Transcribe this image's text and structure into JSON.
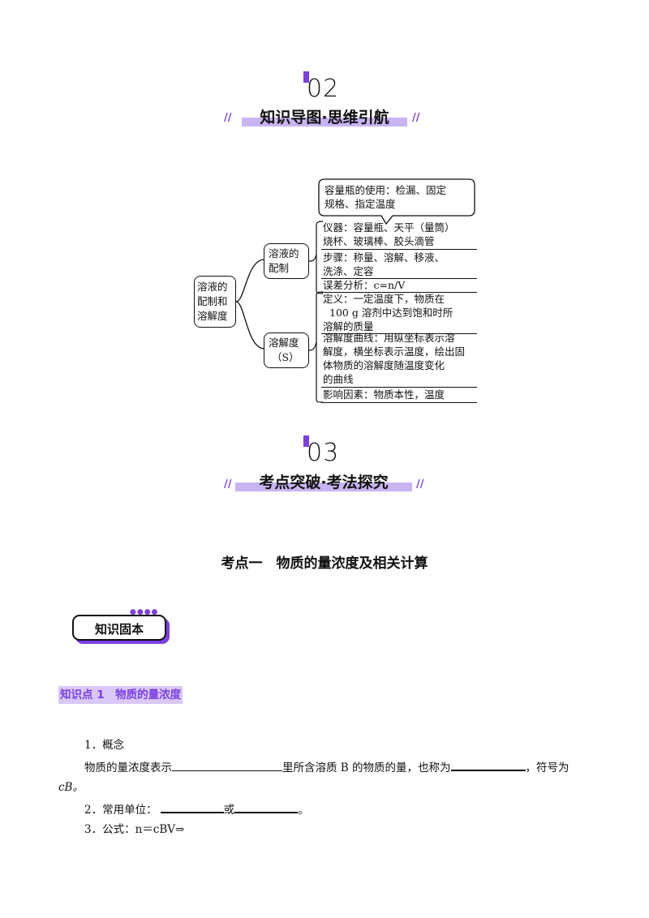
{
  "section02": {
    "number": "02",
    "title": "知识导图·思维引航",
    "deco": "//"
  },
  "mindmap": {
    "root": [
      "溶液的",
      "配制和",
      "溶解度"
    ],
    "branch1": [
      "溶液的",
      "配制"
    ],
    "branch2": [
      "溶解度",
      "（S）"
    ],
    "callout": [
      "容量瓶的使用：检漏、固定",
      "规格、指定温度"
    ],
    "b1_leaves": [
      [
        "仪器：容量瓶、天平（量筒）",
        "烧杯、玻璃棒、胶头滴管"
      ],
      [
        "步骤：称量、溶解、移液、",
        "洗涤、定容"
      ],
      [
        "误差分析：c=n/V"
      ]
    ],
    "b2_leaves": [
      [
        "定义：一定温度下，物质在",
        "100 g 溶剂中达到饱和时所",
        "溶解的质量"
      ],
      [
        "溶解度曲线：用纵坐标表示溶",
        "解度，横坐标表示温度，绘出固",
        "体物质的溶解度随温度变化",
        "的曲线"
      ],
      [
        "影响因素：物质本性，温度"
      ]
    ]
  },
  "section03": {
    "number": "03",
    "title": "考点突破·考法探究",
    "deco": "//"
  },
  "kaodian_title": "考点一　物质的量浓度及相关计算",
  "badge": "知识固本",
  "zhishidian": "知识点 1　物质的量浓度",
  "body": {
    "item1": "1．概念",
    "line1_a": "物质的量浓度表示",
    "line1_b": "里所含溶质 B 的物质的量，也称为",
    "line1_c": "，符号为",
    "symbol": "cB。",
    "item2_a": "2．常用单位：",
    "item2_b": "或",
    "item2_c": "。",
    "item3": "3．公式：n＝cBV⇒"
  }
}
